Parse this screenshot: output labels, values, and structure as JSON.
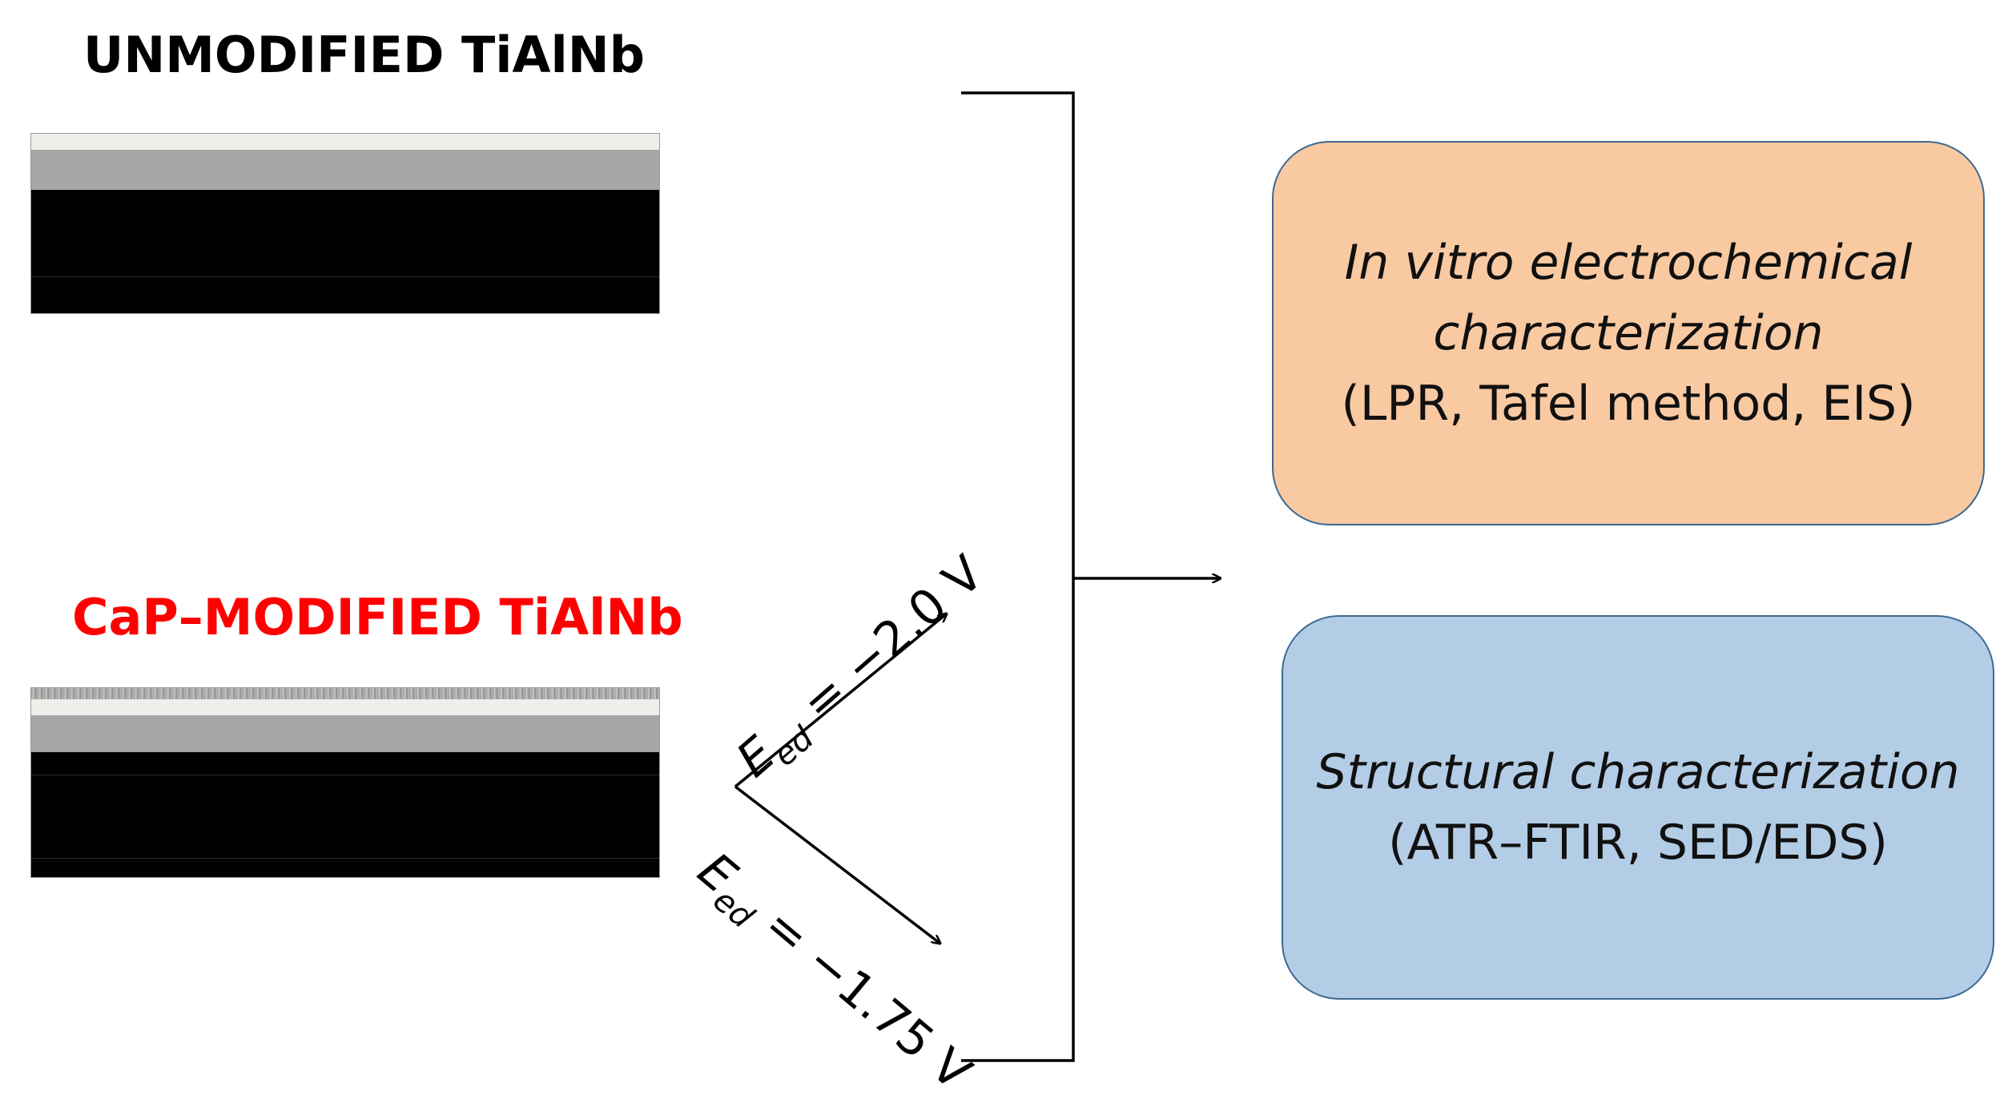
{
  "samples": {
    "unmodified": {
      "title": "UNMODIFIED TiAlNb",
      "title_color": "#000000"
    },
    "modified": {
      "title": "CaP–MODIFIED TiAlNb",
      "title_color": "#ff0000"
    }
  },
  "deposition_potentials": [
    {
      "symbol": "E",
      "subscript": "ed",
      "value": " = −2.0 V"
    },
    {
      "symbol": "E",
      "subscript": "ed",
      "value": " = −1.75 V"
    }
  ],
  "boxes": {
    "electrochemical": {
      "line1": "In vitro electrochemical",
      "line2": "characterization",
      "line3": "(LPR, Tafel method, EIS)",
      "fill": "#f9c9a2"
    },
    "structural": {
      "line1": "Structural characterization",
      "line2": "(ATR–FTIR, SED/EDS)",
      "fill": "#b4cde6"
    }
  },
  "colors": {
    "box_border": "#3d6a91",
    "arrow": "#000000"
  }
}
